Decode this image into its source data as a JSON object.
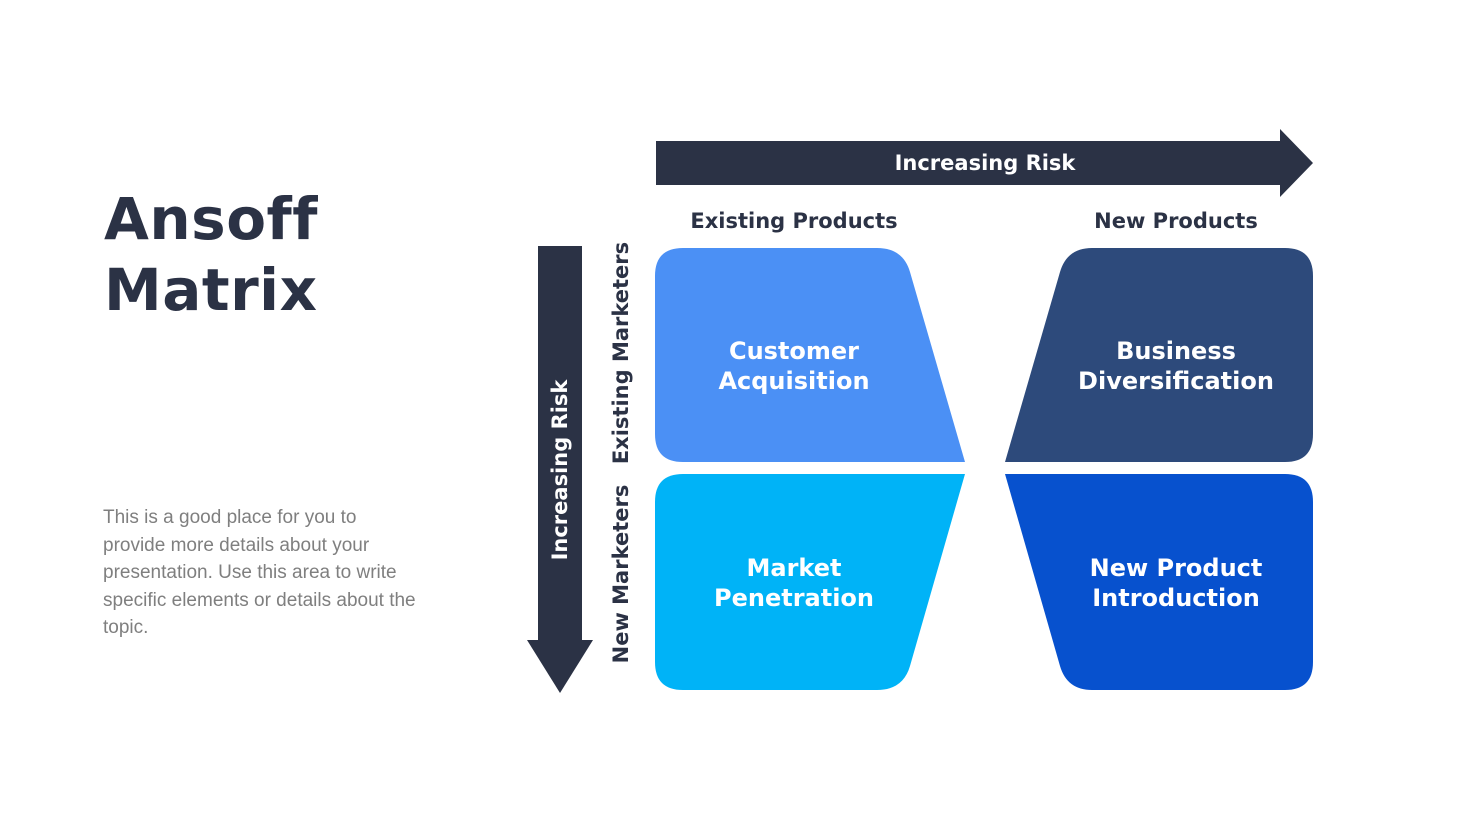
{
  "slide": {
    "title_line1": "Ansoff",
    "title_line2": "Matrix",
    "description": "This is a good place for you to provide more details about your presentation. Use this area to write specific elements or details about the topic."
  },
  "matrix": {
    "top_arrow_label": "Increasing Risk",
    "left_arrow_label": "Increasing Risk",
    "column_labels": [
      {
        "label": "Existing Products"
      },
      {
        "label": "New Products"
      }
    ],
    "row_labels": [
      {
        "label": "Existing Marketers"
      },
      {
        "label": "New Marketers"
      }
    ],
    "quadrants": [
      {
        "label": "Customer Acquisition",
        "color": "#4B90F5"
      },
      {
        "label": "Business Diversification",
        "color": "#2D4A7B"
      },
      {
        "label": "Market Penetration",
        "color": "#00B3F7"
      },
      {
        "label": "New Product Introduction",
        "color": "#0751CE"
      }
    ]
  },
  "colors": {
    "arrow": "#2B3245",
    "heading_text": "#2B3245",
    "body_text": "#7F7F7F",
    "quadrant_text": "#FFFFFF",
    "background": "#FFFFFF"
  }
}
